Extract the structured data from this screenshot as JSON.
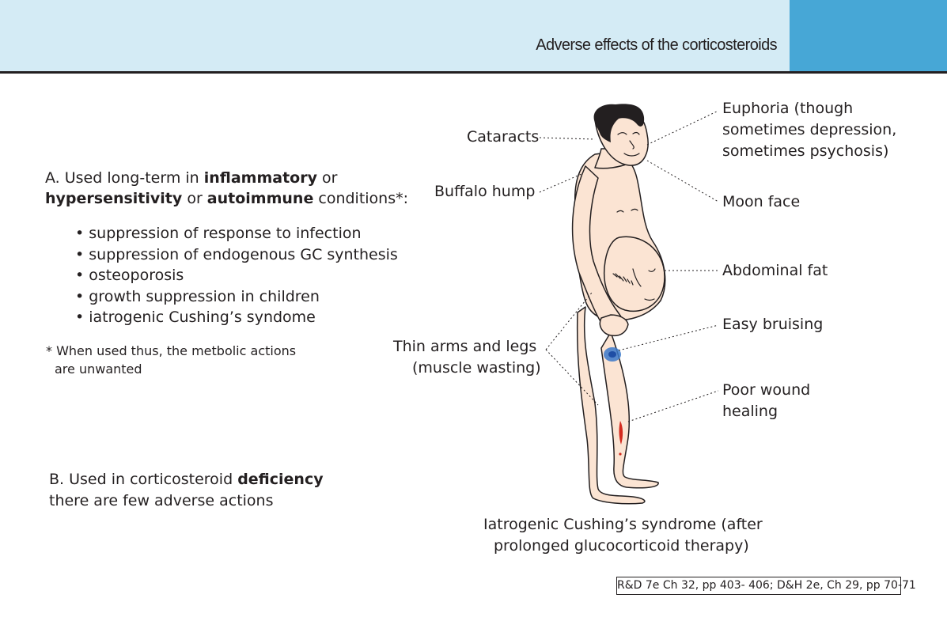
{
  "header": {
    "title": "Adverse effects of the corticosteroids",
    "band_color": "#d4ebf5",
    "accent_color": "#47a7d6"
  },
  "section_a": {
    "line1_prefix": "A. Used long-term in ",
    "line1_bold": "inflammatory",
    "line1_suffix": " or",
    "line2_bold1": "hypersensitivity",
    "line2_mid": " or ",
    "line2_bold2": "autoimmune",
    "line2_suffix": " conditions*:",
    "items": [
      "• suppression of response to infection",
      "• suppression of endogenous GC synthesis",
      "• osteoporosis",
      "• growth suppression in children",
      "• iatrogenic Cushing’s syndome"
    ],
    "footnote_line1": "* When used thus, the metbolic actions",
    "footnote_line2": "are unwanted"
  },
  "section_b": {
    "line1_prefix": "B. Used in corticosteroid ",
    "line1_bold": "deficiency",
    "line2": "there are few adverse actions"
  },
  "figure": {
    "labels": {
      "cataracts": "Cataracts",
      "buffalo_hump": "Buffalo hump",
      "thin_limbs_1": "Thin arms and legs",
      "thin_limbs_2": "(muscle wasting)",
      "euphoria_1": "Euphoria (though",
      "euphoria_2": "sometimes depression,",
      "euphoria_3": "sometimes psychosis)",
      "moon_face": "Moon face",
      "abdominal_fat": "Abdominal fat",
      "easy_bruising": "Easy bruising",
      "poor_wound_1": "Poor wound",
      "poor_wound_2": "healing"
    },
    "caption_1": "Iatrogenic Cushing’s syndrome (after",
    "caption_2": "prolonged glucocorticoid therapy)",
    "skin_color": "#fbe4d3",
    "bruise_color": "#3a78c9",
    "wound_color": "#d42a1e"
  },
  "reference": "R&D 7e Ch 32, pp 403- 406; D&H 2e, Ch 29, pp 70-71"
}
